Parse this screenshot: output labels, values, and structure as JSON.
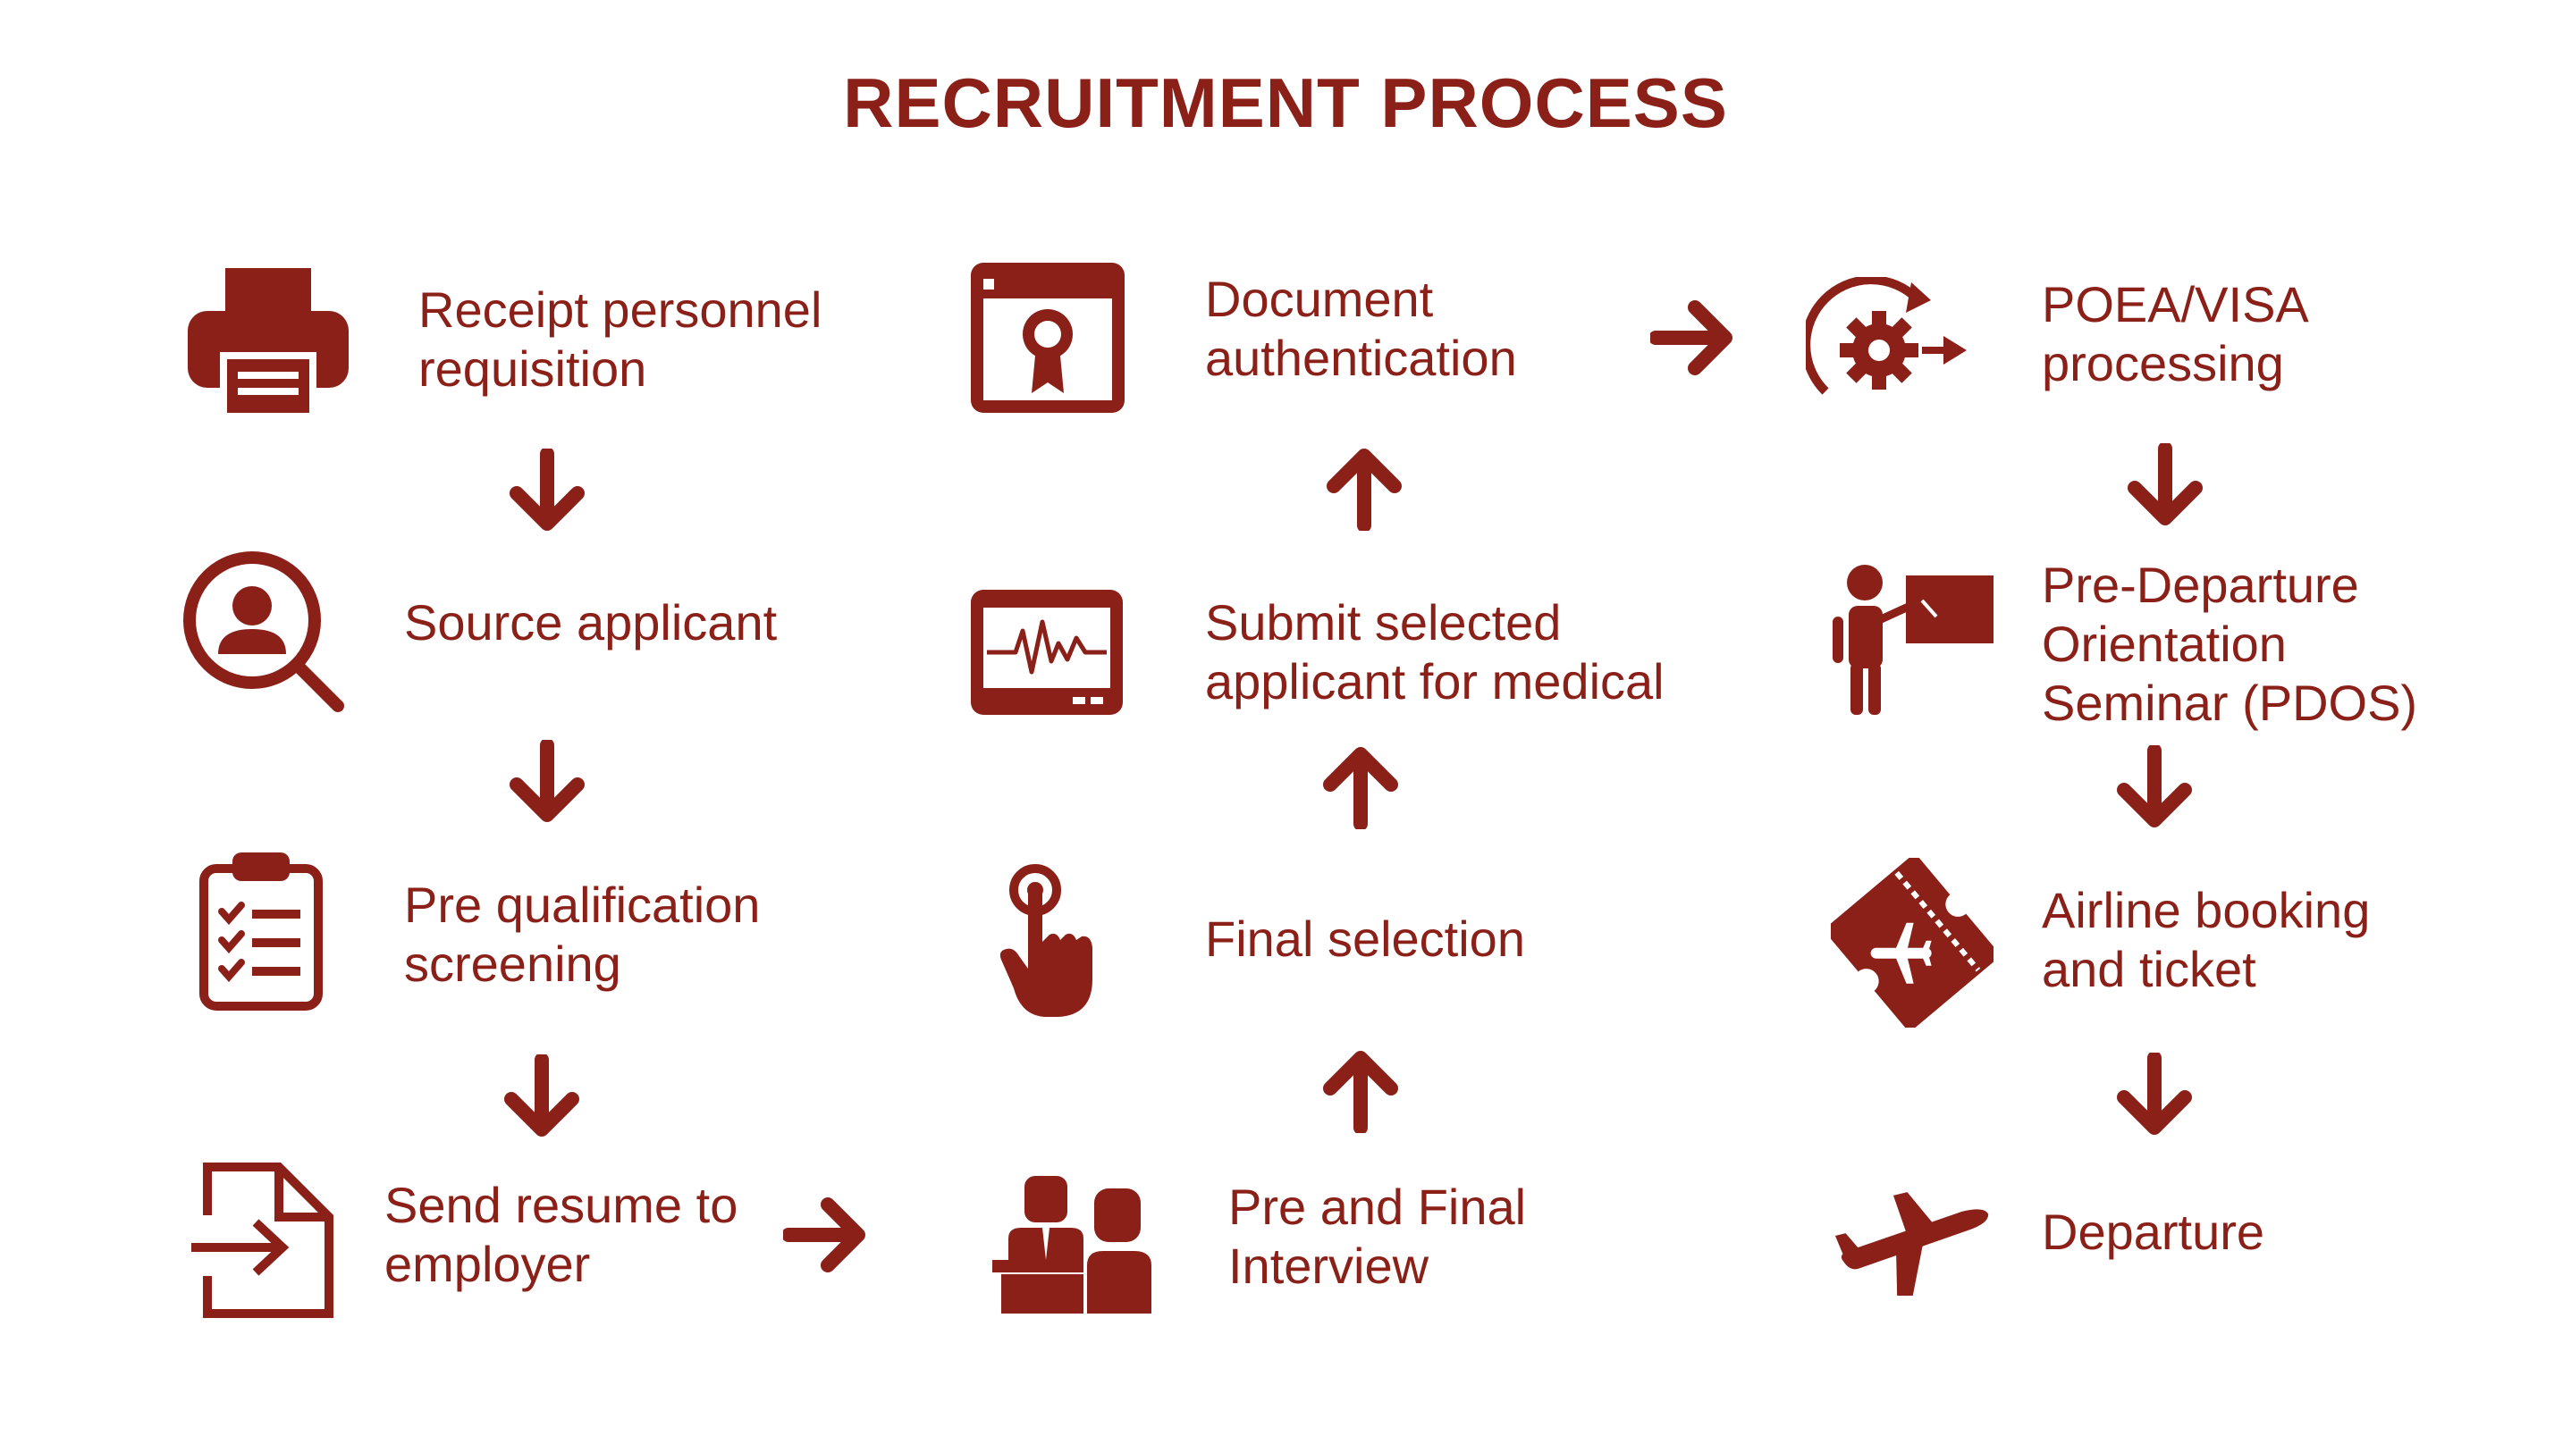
{
  "title": "RECRUITMENT PROCESS",
  "colors": {
    "accent": "#8a2018"
  },
  "steps": [
    {
      "icon": "printer-icon",
      "lines": [
        "Receipt personnel",
        "requisition"
      ]
    },
    {
      "icon": "search-person-icon",
      "lines": [
        "Source applicant"
      ]
    },
    {
      "icon": "checklist-clipboard-icon",
      "lines": [
        "Pre qualification",
        "screening"
      ]
    },
    {
      "icon": "send-file-icon",
      "lines": [
        "Send resume to",
        "employer"
      ]
    },
    {
      "icon": "interview-icon",
      "lines": [
        "Pre and Final",
        "Interview"
      ]
    },
    {
      "icon": "touch-select-icon",
      "lines": [
        "Final selection"
      ]
    },
    {
      "icon": "medical-monitor-icon",
      "lines": [
        "Submit selected",
        "applicant for medical"
      ]
    },
    {
      "icon": "certificate-icon",
      "lines": [
        "Document",
        "authentication"
      ]
    },
    {
      "icon": "gear-process-icon",
      "lines": [
        "POEA/VISA",
        "processing"
      ]
    },
    {
      "icon": "presentation-icon",
      "lines": [
        "Pre-Departure",
        "Orientation",
        "Seminar (PDOS)"
      ]
    },
    {
      "icon": "plane-ticket-icon",
      "lines": [
        "Airline booking",
        "and ticket"
      ]
    },
    {
      "icon": "airplane-icon",
      "lines": [
        "Departure"
      ]
    }
  ],
  "arrows": [
    "down-arrow-icon",
    "down-arrow-icon",
    "down-arrow-icon",
    "right-arrow-icon",
    "up-arrow-icon",
    "up-arrow-icon",
    "up-arrow-icon",
    "right-arrow-icon",
    "down-arrow-icon",
    "down-arrow-icon",
    "down-arrow-icon"
  ]
}
